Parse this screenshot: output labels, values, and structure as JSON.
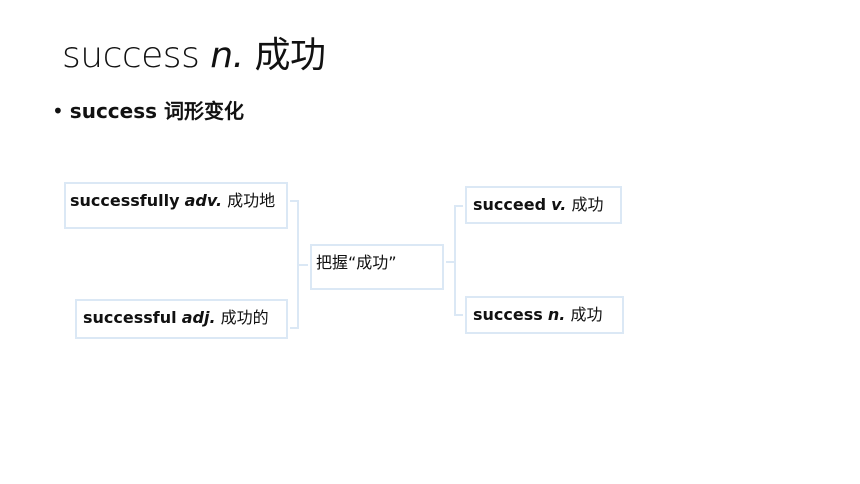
{
  "title": {
    "word": "success",
    "pos": "n.",
    "meaning": "成功"
  },
  "bullet": {
    "dot": "•",
    "text": "success 词形变化"
  },
  "center": {
    "text": "把握“成功”"
  },
  "left_items": [
    {
      "word": "successfully",
      "pos": "adv.",
      "meaning": "成功地"
    },
    {
      "word": "successful",
      "pos": "adj.",
      "meaning": "成功的"
    }
  ],
  "right_items": [
    {
      "word": "succeed",
      "pos": "v.",
      "meaning": "成功"
    },
    {
      "word": "success",
      "pos": "n.",
      "meaning": "成功"
    }
  ],
  "colors": {
    "box_border": "#dbe8f5",
    "connector": "#dbe8f5",
    "text": "#111111"
  }
}
